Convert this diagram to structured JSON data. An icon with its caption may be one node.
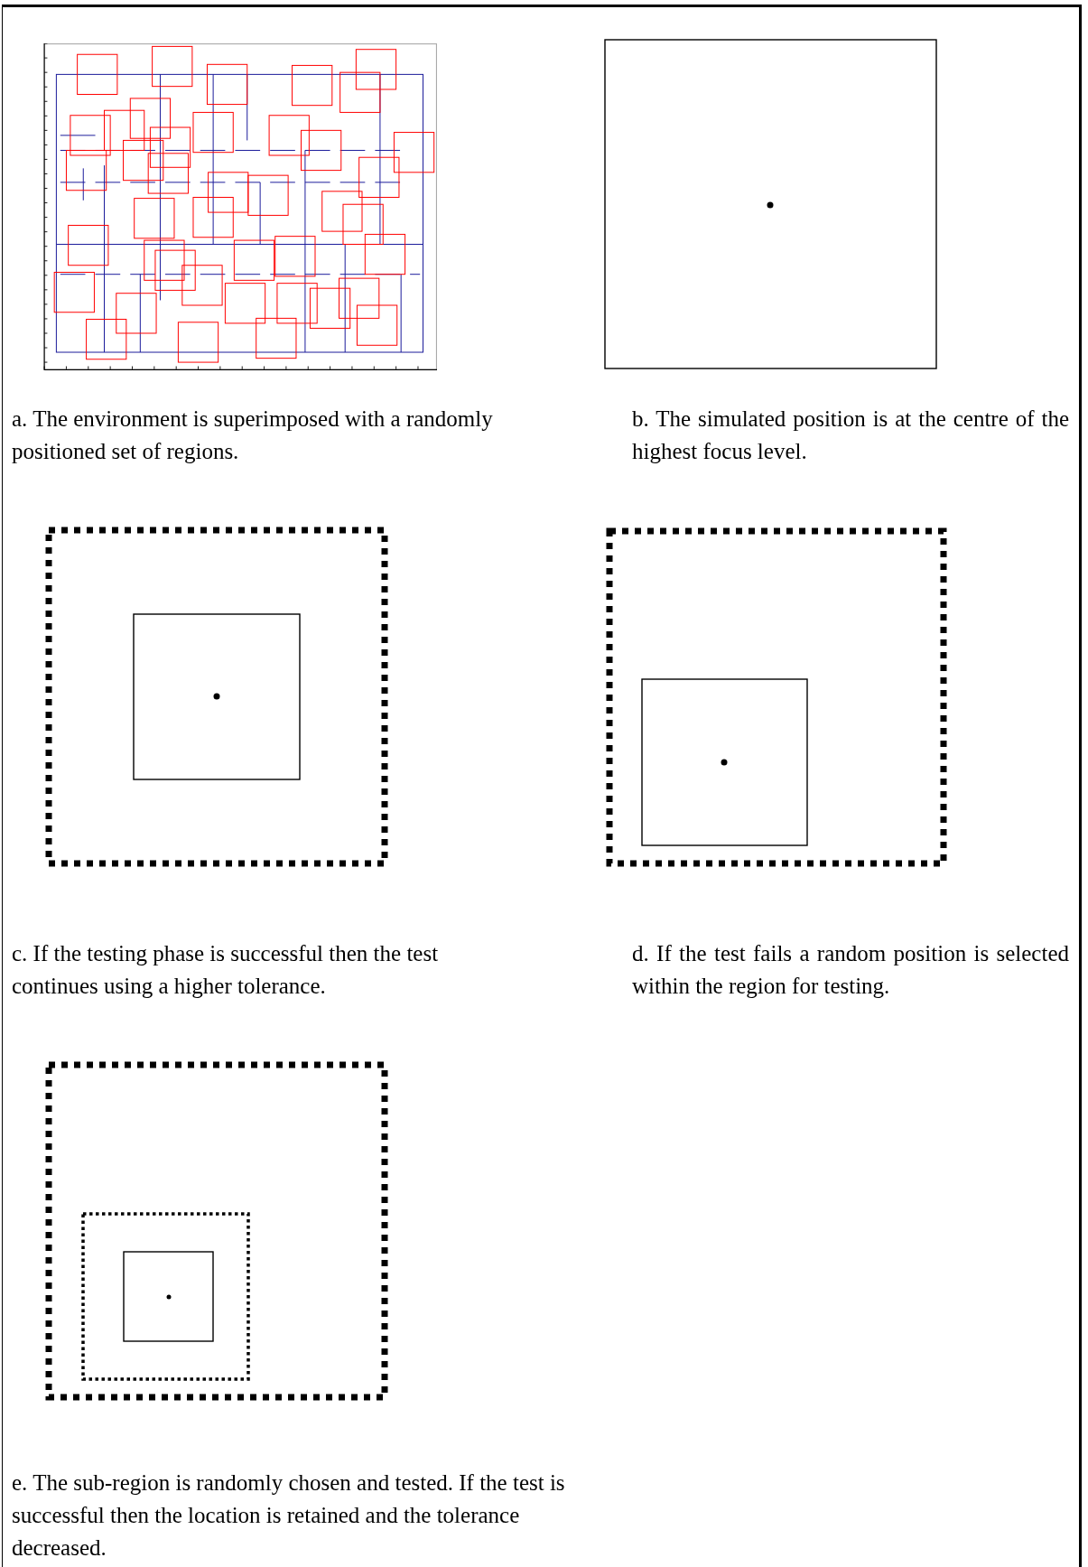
{
  "diagram": {
    "labels": [
      "a. The environment is superimposed with a randomly positioned set of regions.",
      "b. The simulated position is at the centre of the highest focus level.",
      "c. If the testing phase is successful then the test continues using a higher tolerance.",
      "d. If the test fails a random position is selected within the region for testing.",
      "e. The sub-region is randomly chosen and tested. If the test is successful then the location is retained and the tolerance decreased."
    ]
  }
}
